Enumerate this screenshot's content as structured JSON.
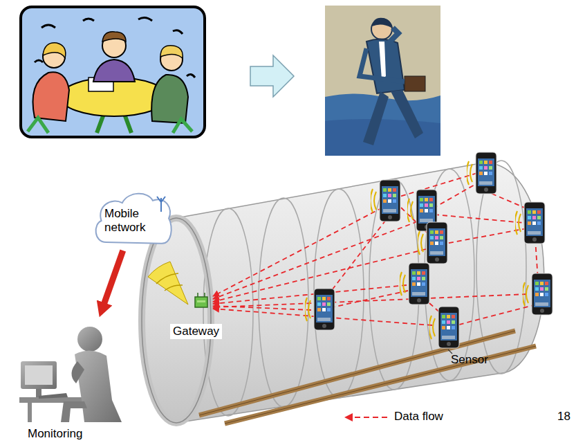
{
  "diagram": {
    "nodes": [
      {
        "text": [
          "Mobile network"
        ]
      },
      {
        "text": [
          "Gateway"
        ]
      },
      {
        "text": [
          "Monitoring"
        ]
      }
    ],
    "edges": [
      {
        "from": 0,
        "to": 2,
        "arrow": "to"
      }
    ],
    "labels": [
      "Sensor",
      "18"
    ],
    "legend": [
      {
        "text": "Data flow"
      }
    ]
  }
}
